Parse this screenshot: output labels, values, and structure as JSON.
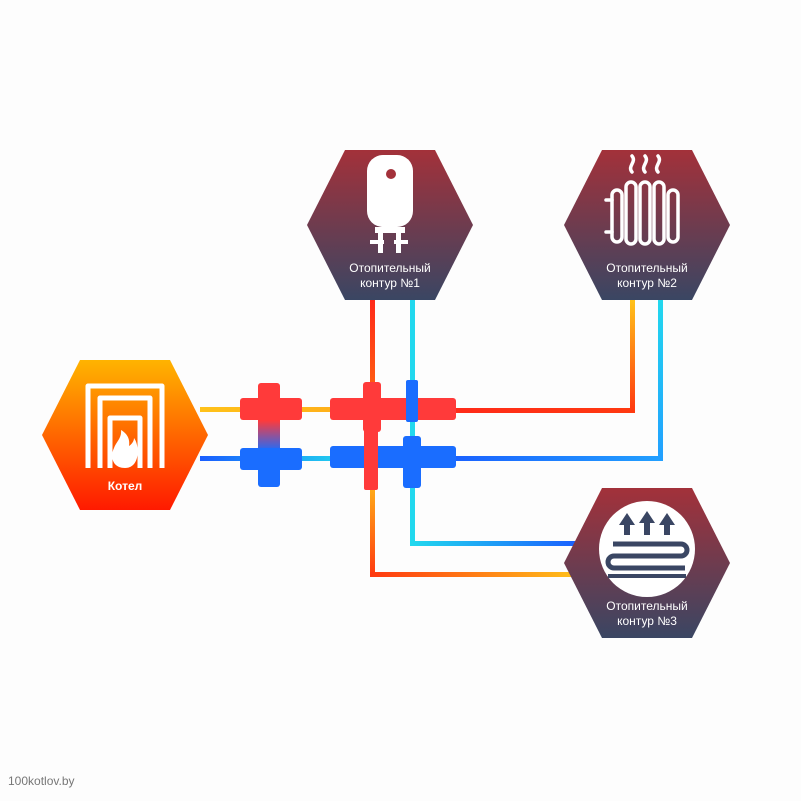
{
  "nodes": {
    "boiler": {
      "label": "Котел",
      "icon": "boiler-flame-icon"
    },
    "circuit1": {
      "label_line1": "Отопительный",
      "label_line2": "контур  №1",
      "icon": "water-heater-icon"
    },
    "circuit2": {
      "label_line1": "Отопительный",
      "label_line2": "контур  №2",
      "icon": "radiator-icon"
    },
    "circuit3": {
      "label_line1": "Отопительный",
      "label_line2": "контур  №3",
      "icon": "underfloor-heating-icon"
    }
  },
  "colors": {
    "supply": "#ff2a1a",
    "return": "#1a6dff",
    "supply_warm": "#ffc21a",
    "return_cold": "#22d8ee",
    "node_top": "#a3313a",
    "node_bottom": "#3a4663",
    "boiler_top": "#ffb400",
    "boiler_bottom": "#ff1a00"
  },
  "watermark": "100kotlov.by"
}
